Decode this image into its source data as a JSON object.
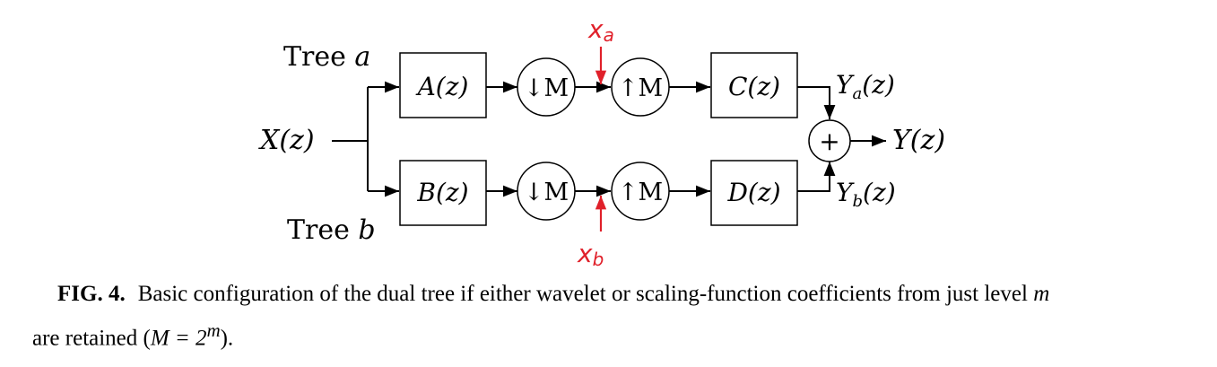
{
  "diagram": {
    "tree_a": {
      "label": "Tree",
      "sub": "a"
    },
    "tree_b": {
      "label": "Tree",
      "sub": "b"
    },
    "input": "X(z)",
    "output": "Y(z)",
    "ya": {
      "main": "Y",
      "sub": "a",
      "tail": "(z)"
    },
    "yb": {
      "main": "Y",
      "sub": "b",
      "tail": "(z)"
    },
    "blocks": {
      "a": "A(z)",
      "b": "B(z)",
      "c": "C(z)",
      "d": "D(z)"
    },
    "down": "↓M",
    "up": "↑M",
    "sum": "+",
    "xa": {
      "main": "x",
      "sub": "a"
    },
    "xb": {
      "main": "x",
      "sub": "b"
    }
  },
  "caption": {
    "label": "FIG. 4.",
    "text": "Basic configuration of the dual tree if either wavelet or scaling-function coefficients from just level",
    "var_m": "m",
    "line2_start": "are retained (",
    "expr": "M = 2",
    "sup": "m",
    "line2_end": ")."
  },
  "colors": {
    "annotation": "#e0202a",
    "ink": "#000000"
  }
}
